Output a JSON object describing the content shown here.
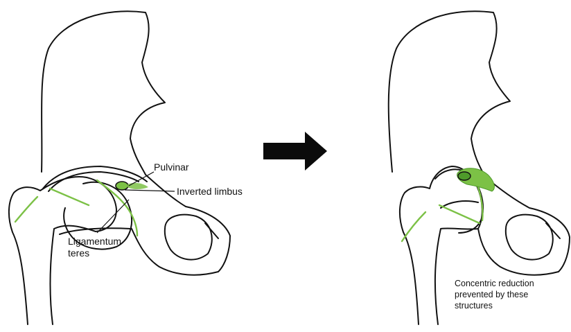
{
  "colors": {
    "outline": "#111111",
    "highlight": "#7cc146",
    "highlight_dark": "#4e9a2a",
    "arrow": "#0b0b0b",
    "background": "#ffffff"
  },
  "left_panel": {
    "labels": {
      "pulvinar": "Pulvinar",
      "inverted_limbus": "Inverted limbus",
      "ligamentum_teres_line1": "Ligamentum",
      "ligamentum_teres_line2": "teres"
    }
  },
  "right_panel": {
    "caption_line1": "Concentric reduction",
    "caption_line2": "prevented by these",
    "caption_line3": "structures"
  },
  "arrow": {
    "icon": "right-arrow-icon"
  }
}
